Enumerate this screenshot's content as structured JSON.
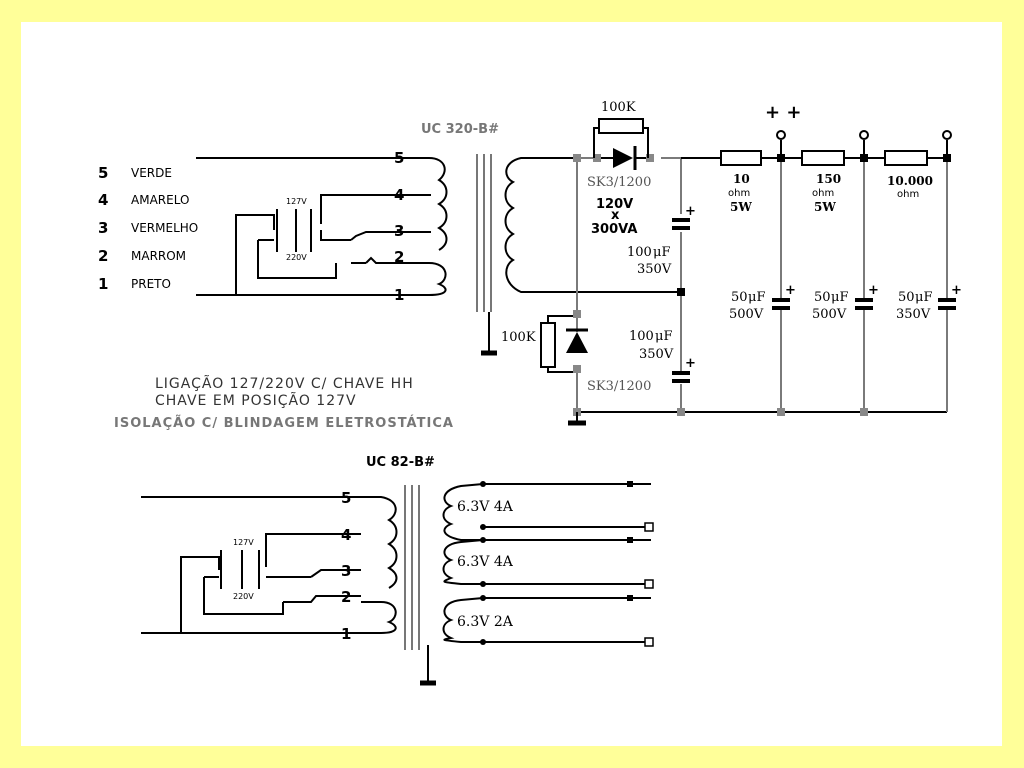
{
  "colors": {
    "background": "#ffff99",
    "paper": "#ffffff",
    "wire": "#000000",
    "wire_grey": "#7a7a7a"
  },
  "top": {
    "transformer_title": "UC 320-B#",
    "wires": [
      {
        "num": "5",
        "name": "VERDE"
      },
      {
        "num": "4",
        "name": "AMARELO"
      },
      {
        "num": "3",
        "name": "VERMELHO"
      },
      {
        "num": "2",
        "name": "MARROM"
      },
      {
        "num": "1",
        "name": "PRETO"
      }
    ],
    "tap_numbers": [
      "5",
      "4",
      "3",
      "2",
      "1"
    ],
    "switch_127": "127V",
    "switch_220": "220V",
    "resistor_top": "100K",
    "diode_top": "SK3/1200",
    "rating_v": "120V",
    "rating_x": "x",
    "rating_va": "300VA",
    "cap_top_value": "100",
    "cap_top_unit": "μF",
    "cap_top_volt": "350V",
    "cap_bot_value": "100",
    "cap_bot_unit": "μF",
    "cap_bot_volt": "350V",
    "resistor_left": "100K",
    "diode_bottom": "SK3/1200",
    "plus_marks": "+ +",
    "filter": [
      {
        "r_value": "10",
        "r_unit": "ohm",
        "r_watt": "5W",
        "c_value": "50",
        "c_unit": "μF",
        "c_volt": "500V"
      },
      {
        "r_value": "150",
        "r_unit": "ohm",
        "r_watt": "5W",
        "c_value": "50",
        "c_unit": "μF",
        "c_volt": "500V"
      },
      {
        "r_value": "10.000",
        "r_unit": "ohm",
        "r_watt": "",
        "c_value": "50",
        "c_unit": "μF",
        "c_volt": "350V"
      }
    ],
    "note_line1": "LIGAÇÃO 127/220V C/ CHAVE HH",
    "note_line2": "CHAVE EM POSIÇÃO 127V",
    "note_line3": "ISOLAÇÃO C/ BLINDAGEM ELETROSTÁTICA"
  },
  "bottom": {
    "transformer_title": "UC 82-B#",
    "tap_numbers": [
      "5",
      "4",
      "3",
      "2",
      "1"
    ],
    "switch_127": "127V",
    "switch_220": "220V",
    "secondaries": [
      "6.3V  4A",
      "6.3V  4A",
      "6.3V  2A"
    ]
  }
}
